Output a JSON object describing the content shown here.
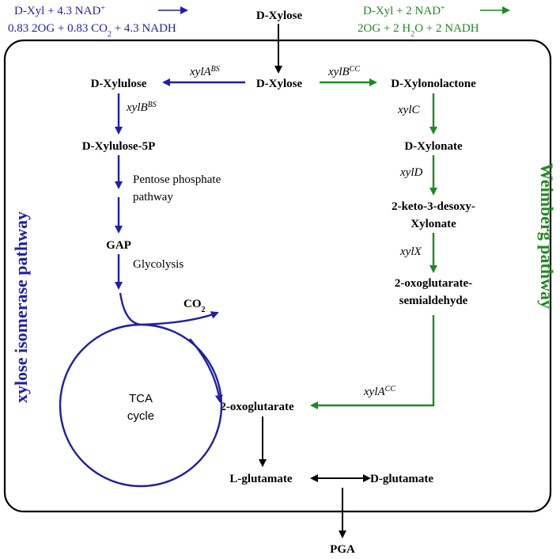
{
  "colors": {
    "blue": "#1f1fa8",
    "green": "#1f8a1f",
    "black": "#000000"
  },
  "equations": {
    "blue_line1_a": "D-Xyl + 4.3 NAD",
    "blue_line1_sup": "+",
    "blue_line2_a": "0.83 2OG + 0.83 CO",
    "blue_line2_sub": "2",
    "blue_line2_b": " + 4.3 NADH",
    "green_line1_a": "D-Xyl + 2 NAD",
    "green_line1_sup": "+",
    "green_line2_a": "2OG + 2 H",
    "green_line2_sub": "2",
    "green_line2_b": "O + 2 NADH"
  },
  "nodes": {
    "xylose_outside": "D-Xylose",
    "xylose_inside": "D-Xylose",
    "xylulose": "D-Xylulose",
    "xylulose_5p": "D-Xylulose-5P",
    "gap": "GAP",
    "co2_a": "CO",
    "co2_sub": "2",
    "xylonolactone": "D-Xylonolactone",
    "xylonate": "D-Xylonate",
    "keto_line1": "2-keto-3-desoxy-",
    "keto_line2": "Xylonate",
    "oxo_line1": "2-oxoglutarate-",
    "oxo_line2": "semialdehyde",
    "oxoglutarate": "2-oxoglutarate",
    "l_glutamate": "L-glutamate",
    "d_glutamate": "D-glutamate",
    "pga": "PGA"
  },
  "enzymes": {
    "xylA_bs": "xylA",
    "xylA_bs_sup": "BS",
    "xylB_bs": "xylB",
    "xylB_bs_sup": "BS",
    "xylB_cc": "xylB",
    "xylB_cc_sup": "CC",
    "xylC": "xylC",
    "xylD": "xylD",
    "xylX": "xylX",
    "xylA_cc": "xylA",
    "xylA_cc_sup": "CC"
  },
  "notes": {
    "pentose_line1": "Pentose phosphate",
    "pentose_line2": "pathway",
    "glycolysis": "Glycolysis",
    "tca_line1": "TCA",
    "tca_line2": "cycle"
  },
  "pathway_labels": {
    "left": "xylose isomerase pathway",
    "right": "Weimberg pathway"
  }
}
